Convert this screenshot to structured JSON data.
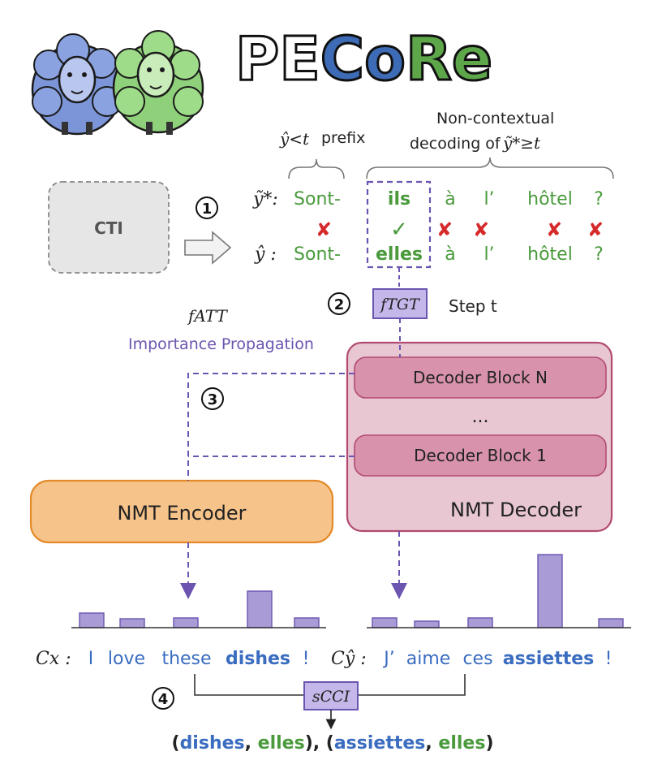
{
  "title": {
    "p1": "PE",
    "p2": "Co",
    "p3": "Re"
  },
  "colors": {
    "green": "#4a9a3c",
    "blue": "#3a6cc0",
    "purple": "#6b55b0",
    "red": "#d62a2a",
    "orange": "#f6c48a",
    "pink": "#e7c4d0",
    "block": "#d892ab",
    "bar": "#a99bd6"
  },
  "labels": {
    "prefix_math": "ŷ<t",
    "prefix_word": "prefix",
    "noncontext_line1": "Non-contextual",
    "noncontext_line2": "decoding of",
    "noncontext_math": "ỹ*≥t",
    "cti": "CTI",
    "step1": "1",
    "step2": "2",
    "step3": "3",
    "step4": "4",
    "y_tilde": "ỹ*:",
    "y_hat": "ŷ :",
    "f_tgt": "fTGT",
    "step_t": "Step t",
    "f_att": "fATT",
    "importance": "Importance Propagation",
    "decoder_block_n": "Decoder Block N",
    "dots": "...",
    "decoder_block_1": "Decoder Block 1",
    "nmt_encoder": "NMT Encoder",
    "nmt_decoder": "NMT Decoder",
    "cx": "Cx :",
    "cy": "Cŷ :",
    "s_cci": "sCCI"
  },
  "y_tilde_tokens": [
    "Sont-",
    "ils",
    "à",
    "l’",
    "hôtel",
    "?"
  ],
  "y_hat_tokens": [
    "Sont-",
    "elles",
    "à",
    "l’",
    "hôtel",
    "?"
  ],
  "source_tokens": [
    "I",
    "love",
    "these",
    "dishes",
    "!"
  ],
  "target_tokens": [
    "J’",
    "aime",
    "ces",
    "assiettes",
    "!"
  ],
  "source_bars": [
    0.18,
    0.11,
    0.12,
    0.45,
    0.12
  ],
  "target_bars": [
    0.12,
    0.08,
    0.12,
    0.9,
    0.11
  ],
  "result": {
    "p1": "(",
    "w1": "dishes",
    "c1": ", ",
    "w2": "elles",
    "p2": "), (",
    "w3": "assiettes",
    "c2": ", ",
    "w4": "elles",
    "p3": ")"
  }
}
